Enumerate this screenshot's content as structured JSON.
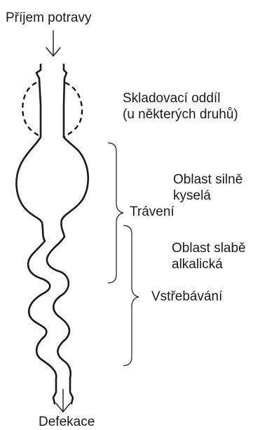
{
  "labels": {
    "intake": "Příjem potravy",
    "storage_line1": "Skladovací oddíl",
    "storage_line2": "(u některých druhů)",
    "acidic_line1": "Oblast silně",
    "acidic_line2": "kyselá",
    "digestion": "Trávení",
    "alkaline_line1": "Oblast slabě",
    "alkaline_line2": "alkalická",
    "absorption": "Vstřebávání",
    "defecation": "Defekace"
  }
}
